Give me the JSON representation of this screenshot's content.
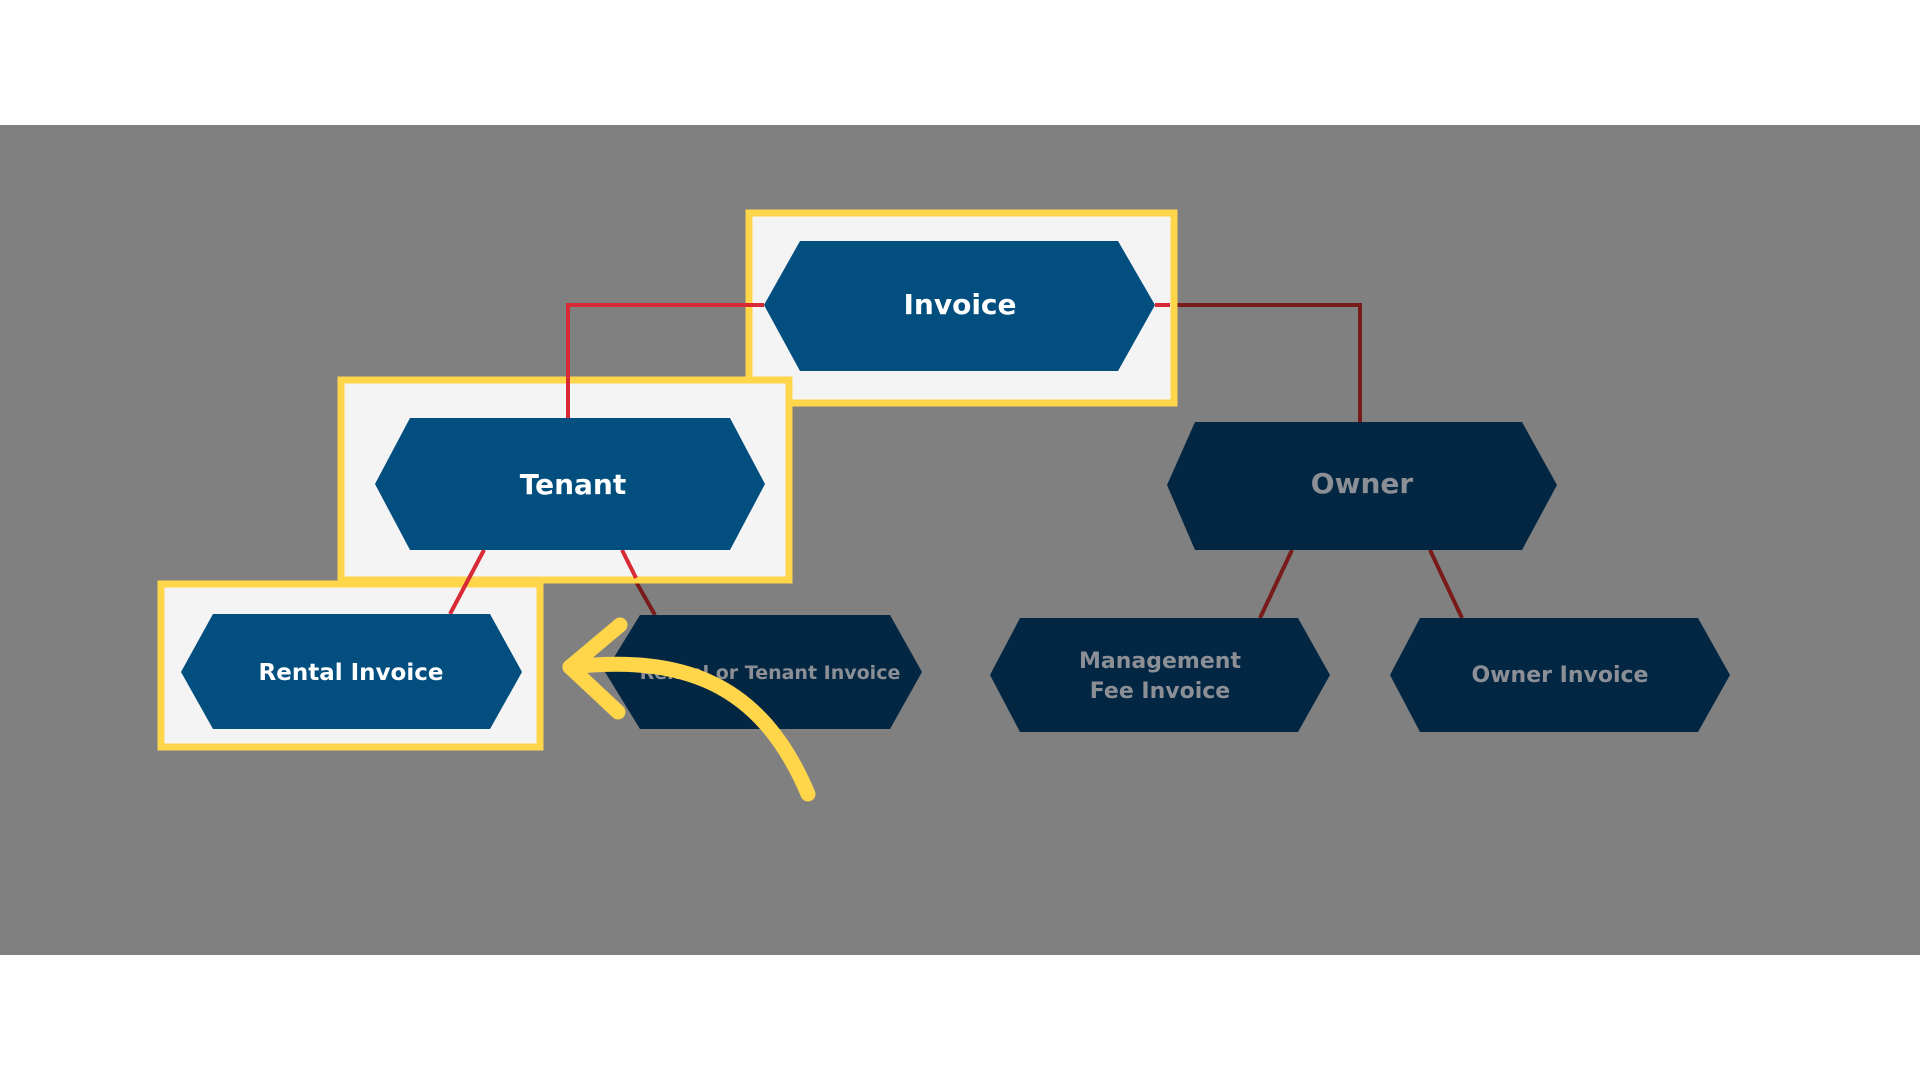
{
  "colors": {
    "page_background": "#ffffff",
    "dim_overlay": "#808080",
    "highlight_border": "#ffd54a",
    "highlight_fill": "#f4f4f5",
    "node_active": "#024e7f",
    "node_dimmed": "#032743",
    "connector_active": "#d82a35",
    "connector_dimmed": "#7a1b1b",
    "text_active": "#ffffff",
    "text_dimmed": "#8c8f96",
    "arrow": "#ffd54a"
  },
  "nodes": {
    "invoice": {
      "label": "Invoice",
      "highlighted": true
    },
    "tenant": {
      "label": "Tenant",
      "highlighted": true
    },
    "owner": {
      "label": "Owner",
      "highlighted": false
    },
    "rental_invoice": {
      "label": "Rental Invoice",
      "highlighted": true
    },
    "rental_or_tenant_invoice": {
      "label": "Rental or Tenant Invoice",
      "highlighted": false
    },
    "management_fee_invoice": {
      "label_line1": "Management",
      "label_line2": "Fee Invoice",
      "highlighted": false
    },
    "owner_invoice": {
      "label": "Owner Invoice",
      "highlighted": false
    }
  },
  "pointer": {
    "icon": "curved-arrow-icon",
    "points_to": "rental_invoice"
  }
}
